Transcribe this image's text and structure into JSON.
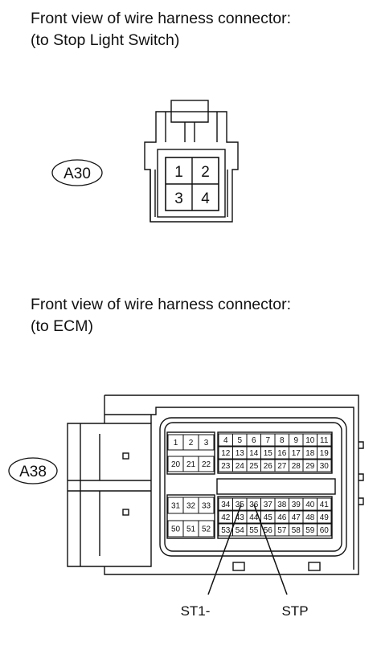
{
  "connector_a30": {
    "caption_line1": "Front view of wire harness connector:",
    "caption_line2": "(to Stop Light Switch)",
    "code": "A30",
    "pins": [
      "1",
      "2",
      "3",
      "4"
    ]
  },
  "connector_a38": {
    "caption_line1": "Front view of wire harness connector:",
    "caption_line2": "(to ECM)",
    "code": "A38",
    "left_upper_row1": [
      "1",
      "2",
      "3"
    ],
    "left_upper_row2": [
      "20",
      "21",
      "22"
    ],
    "left_lower_row1": [
      "31",
      "32",
      "33"
    ],
    "left_lower_row2": [
      "50",
      "51",
      "52"
    ],
    "right_row1": [
      "4",
      "5",
      "6",
      "7",
      "8",
      "9",
      "10",
      "11"
    ],
    "right_row2": [
      "12",
      "13",
      "14",
      "15",
      "16",
      "17",
      "18",
      "19"
    ],
    "right_row3": [
      "23",
      "24",
      "25",
      "26",
      "27",
      "28",
      "29",
      "30"
    ],
    "right_row4": [
      "34",
      "35",
      "36",
      "37",
      "38",
      "39",
      "40",
      "41"
    ],
    "right_row5": [
      "42",
      "43",
      "44",
      "45",
      "46",
      "47",
      "48",
      "49"
    ],
    "right_row6": [
      "53",
      "54",
      "55",
      "56",
      "57",
      "58",
      "59",
      "60"
    ],
    "labels": {
      "st1": "ST1-",
      "stp": "STP"
    }
  }
}
